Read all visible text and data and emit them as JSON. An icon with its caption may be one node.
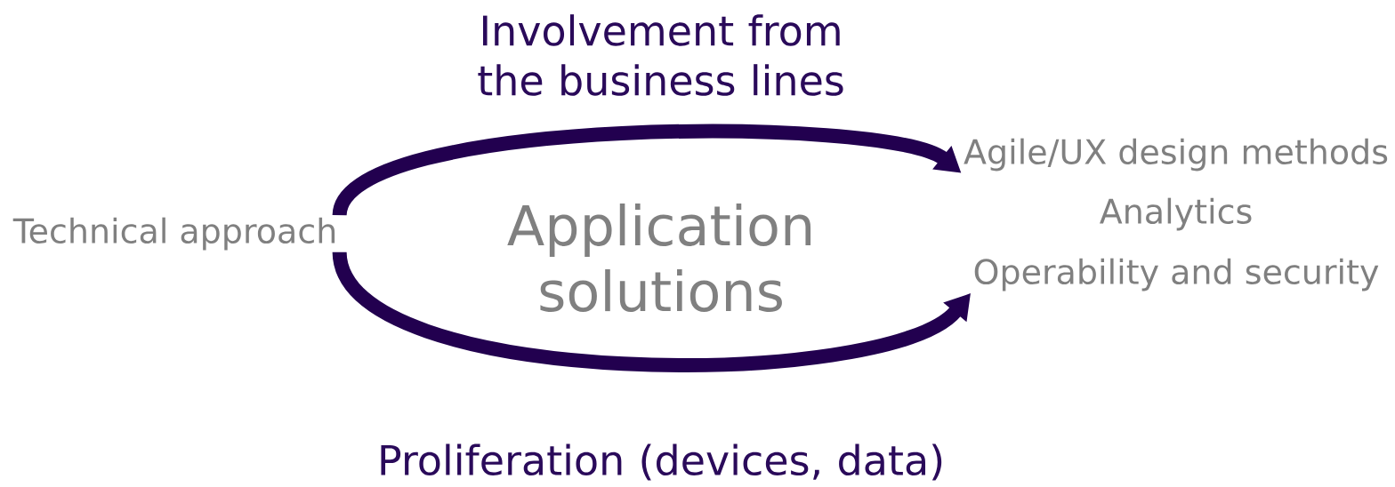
{
  "diagram": {
    "nodes": [
      {
        "text": [
          "Technical approach"
        ]
      },
      {
        "text": [
          "Application solutions"
        ]
      },
      {
        "text": [
          "Agile/UX design methods"
        ]
      },
      {
        "text": [
          "Analytics"
        ]
      },
      {
        "text": [
          "Operability and security"
        ]
      }
    ],
    "edges": [
      {
        "from": 0,
        "to": 2,
        "arrow": "to",
        "label": "Involvement from the business lines"
      },
      {
        "from": 0,
        "to": 4,
        "arrow": "to",
        "label": "Proliferation (devices, data)"
      }
    ]
  }
}
